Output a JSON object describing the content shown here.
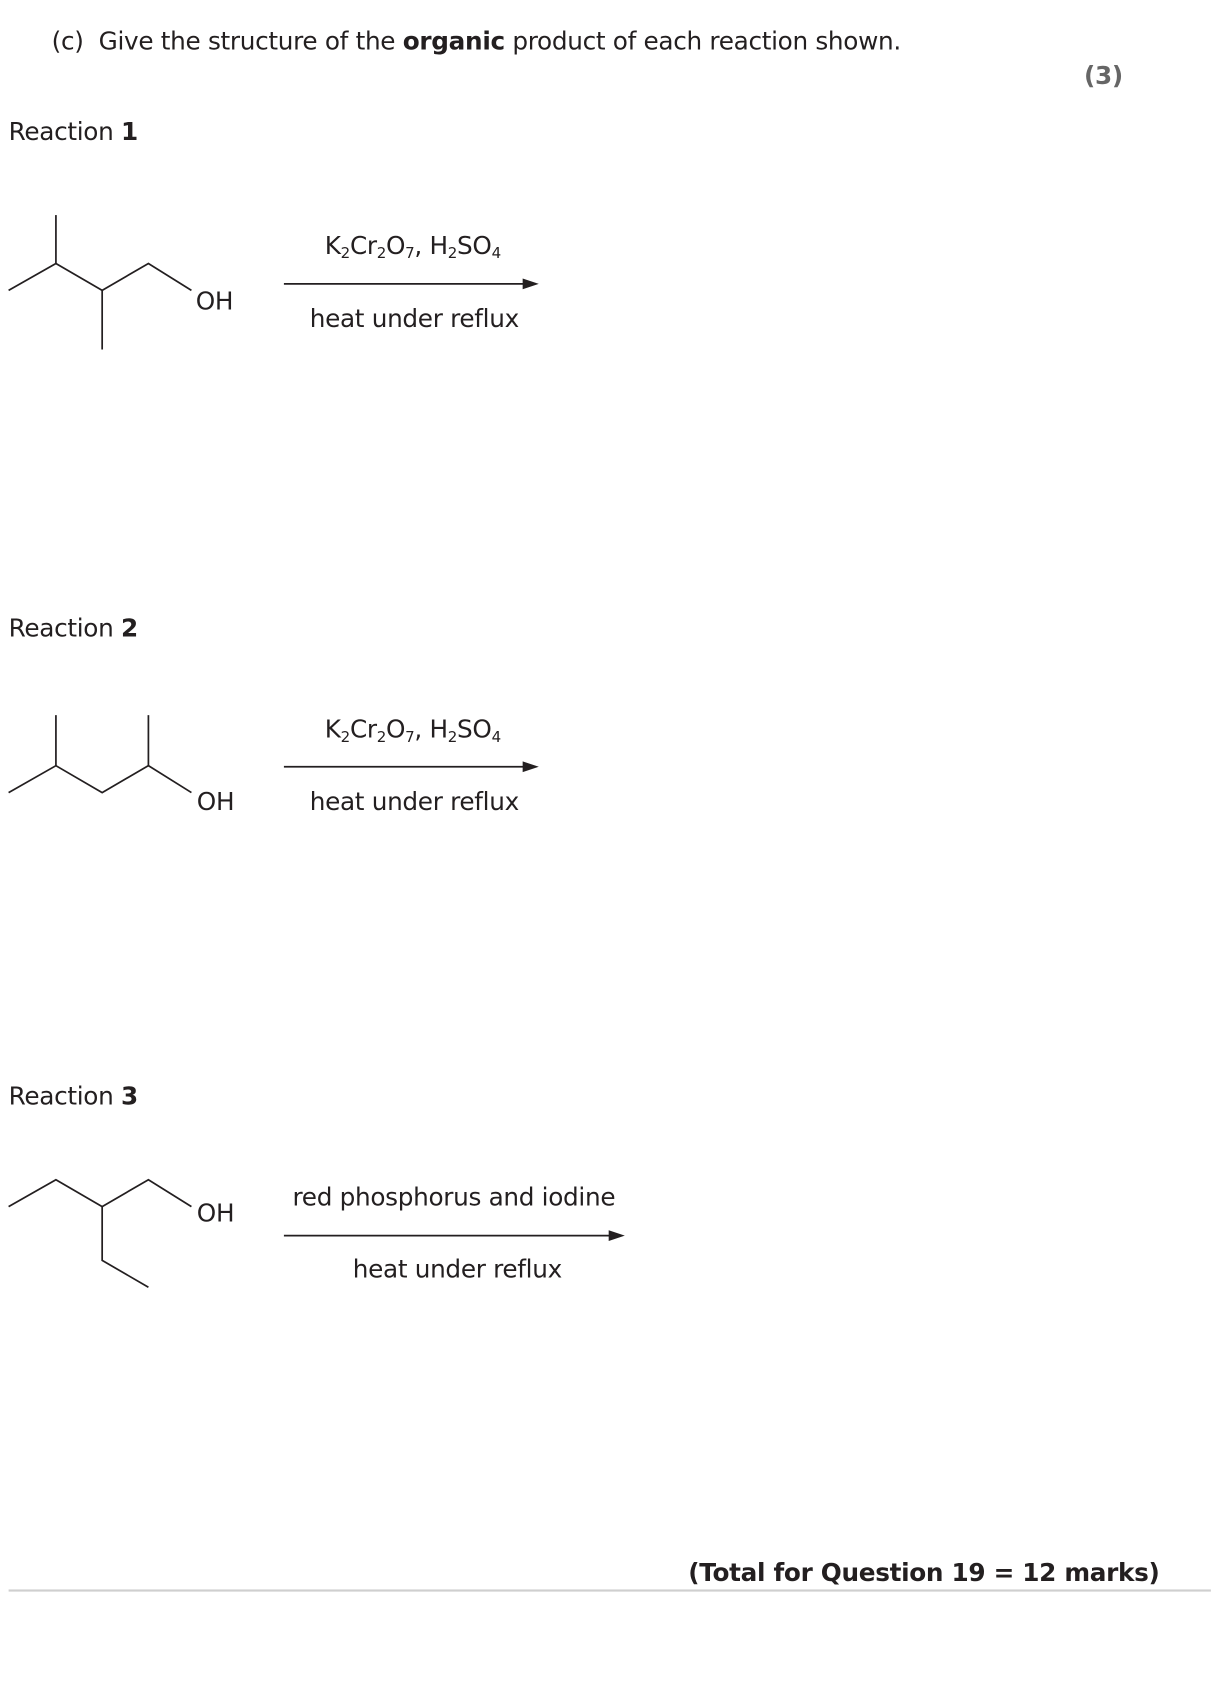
{
  "question": {
    "label": "(c)",
    "text_before": "Give the structure of the",
    "text_bold": "organic",
    "text_after": "product of each reaction shown.",
    "marks": "(3)"
  },
  "reactions": [
    {
      "label": "Reaction",
      "number": "1",
      "group": "OH",
      "reagent_line": "K2Cr2O7, H2SO4",
      "condition": "heat under reflux"
    },
    {
      "label": "Reaction",
      "number": "2",
      "group": "OH",
      "reagent_line": "K2Cr2O7, H2SO4",
      "condition": "heat under reflux"
    },
    {
      "label": "Reaction",
      "number": "3",
      "group": "OH",
      "reagent_line": "red phosphorus and iodine",
      "condition": "heat under reflux"
    }
  ],
  "total": "(Total for Question 19 = 12 marks)"
}
